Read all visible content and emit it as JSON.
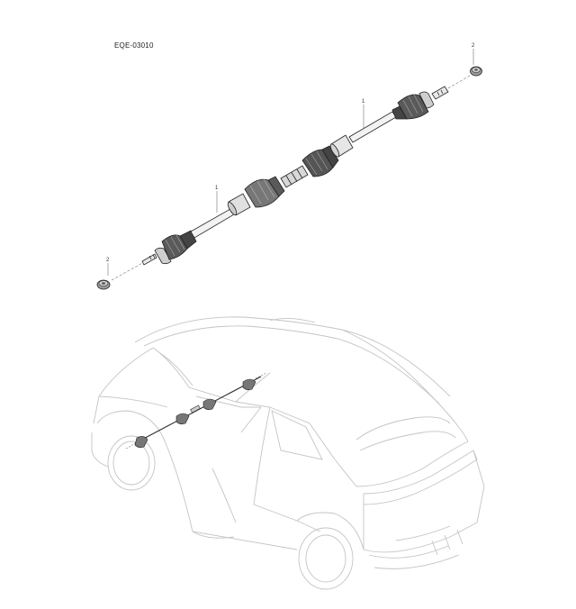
{
  "diagram": {
    "code": "EQE-03010",
    "callouts": {
      "shaft_upper": "1",
      "shaft_lower": "1",
      "nut_upper": "2",
      "nut_lower": "2"
    }
  }
}
